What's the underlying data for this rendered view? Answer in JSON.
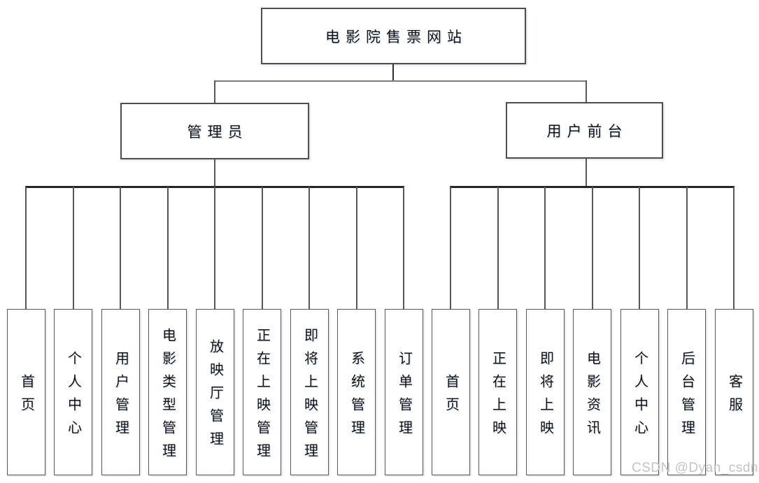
{
  "diagram": {
    "root": {
      "label": "电影院售票网站"
    },
    "branches": [
      {
        "label": "管理员",
        "children": [
          "首页",
          "个人中心",
          "用户管理",
          "电影类型管理",
          "放映厅管理",
          "正在上映管理",
          "即将上映管理",
          "系统管理",
          "订单管理"
        ]
      },
      {
        "label": "用户前台",
        "children": [
          "首页",
          "正在上映",
          "即将上映",
          "电影资讯",
          "个人中心",
          "后台管理",
          "客服"
        ]
      }
    ]
  },
  "watermark": {
    "text": "CSDN @Dyan_csdn",
    "color": "#c6c3c2"
  },
  "colors": {
    "box_border": "#4e4e4e",
    "leaf_border": "#585858",
    "connector": "#565656",
    "background": "#ffffff"
  }
}
